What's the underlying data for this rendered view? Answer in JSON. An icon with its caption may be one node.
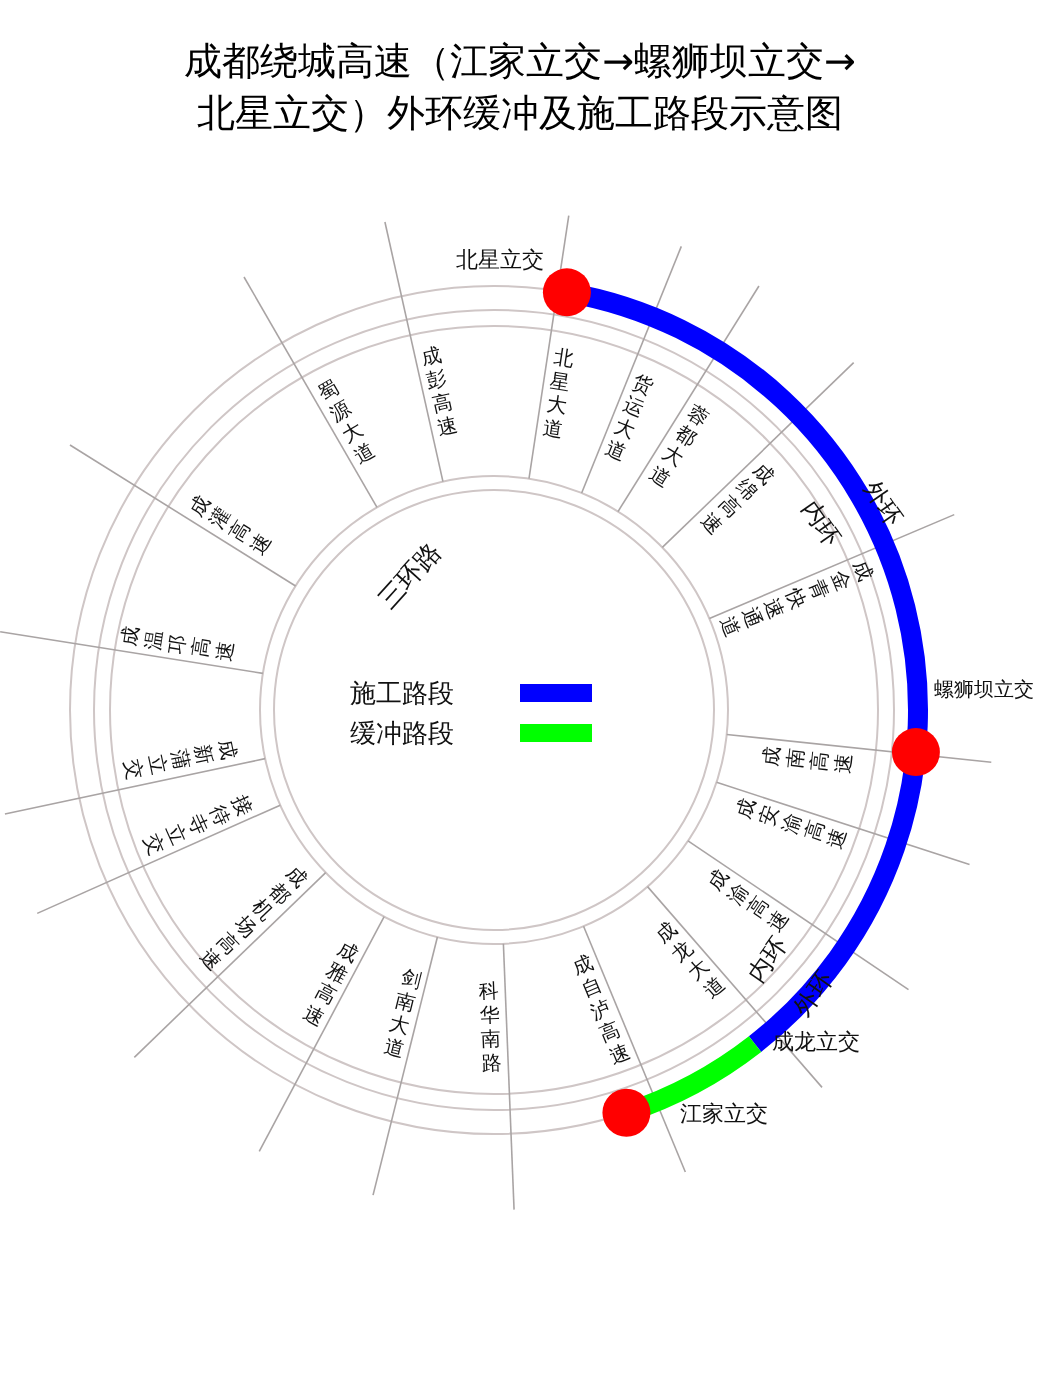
{
  "diagram": {
    "title": "成都绕城高速（江家立交→螺狮坝立交→北星立交）外环缓冲及施工路段示意图",
    "labels": [
      "北星立交",
      "蜀源大道",
      "成彭高速",
      "北星大道",
      "货运大道",
      "蓉都大道",
      "三环路",
      "成灌高速",
      "成绵高速",
      "外环",
      "内环",
      "成金青快速通道",
      "成温邛高速",
      "螺狮坝立交",
      "成南高速",
      "成安渝高速",
      "成新蒲立交",
      "接待寺立交",
      "成渝高速",
      "成都机场高速",
      "内环",
      "外环",
      "成雅高速",
      "剑南大道",
      "科华南路",
      "成自泸高速",
      "成龙大道",
      "成龙立交",
      "江家立交"
    ],
    "legend": [
      {
        "text": "施工路段",
        "color": "#0000ff"
      },
      {
        "text": "缓冲路段",
        "color": "#00ff00"
      }
    ]
  }
}
